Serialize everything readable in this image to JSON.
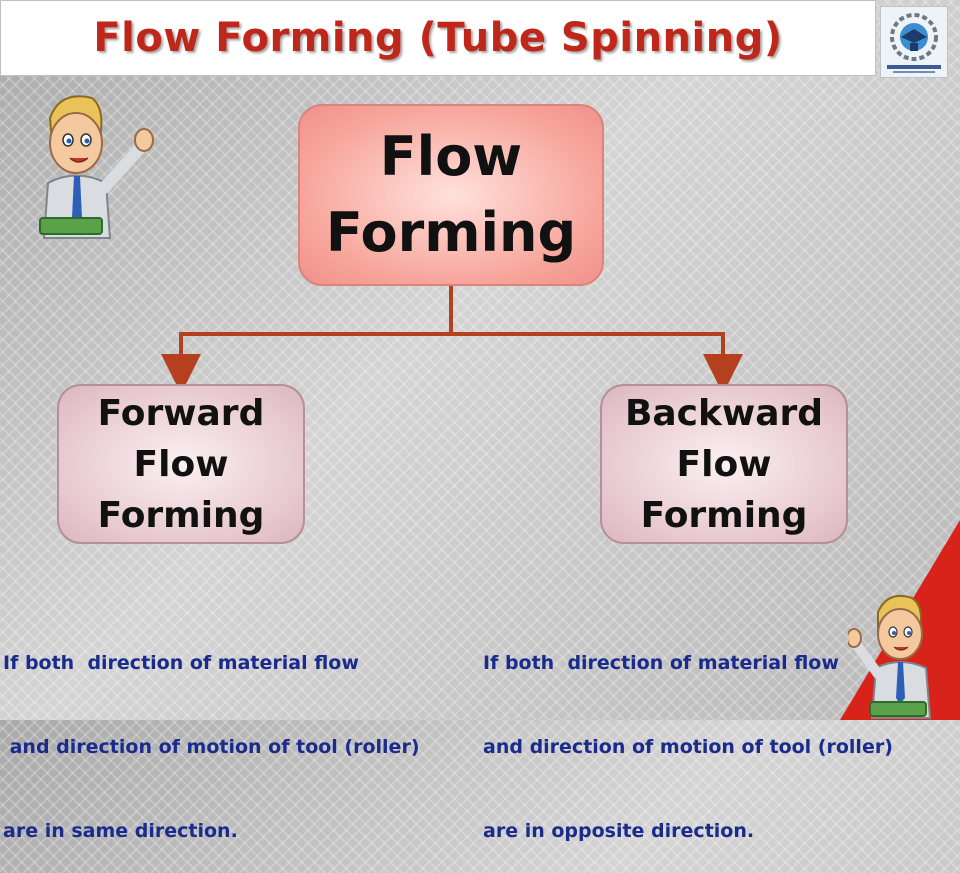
{
  "title": "Flow Forming (Tube Spinning)",
  "root": {
    "lines": [
      "Flow",
      "Forming"
    ]
  },
  "children": [
    {
      "lines": [
        "Forward",
        "Flow",
        "Forming"
      ],
      "description": [
        "If both  direction of material flow",
        " and direction of motion of tool (roller)",
        "are in same direction."
      ]
    },
    {
      "lines": [
        "Backward",
        "Flow",
        "Forming"
      ],
      "description": [
        "If both  direction of material flow",
        "and direction of motion of tool (roller)",
        "are in opposite direction."
      ]
    }
  ],
  "colors": {
    "title": "#c0271b",
    "connector": "#b5401f",
    "description": "#1a2b8c",
    "corner": "#d8231a"
  },
  "icons": {
    "logo": "tutorial-logo-icon",
    "character": "teacher-cartoon-icon"
  }
}
